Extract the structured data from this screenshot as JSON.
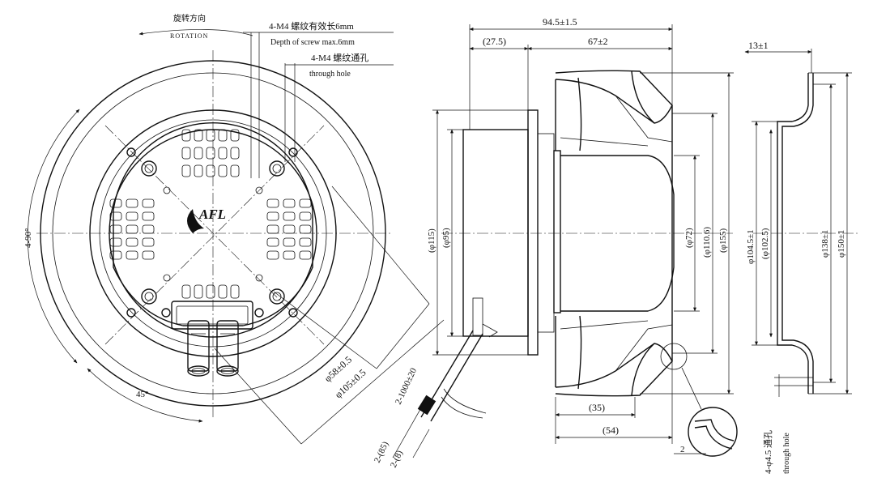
{
  "front_view": {
    "rotation_cn": "旋转方向",
    "rotation_en": "ROTATION",
    "screw_depth_cn": "4-M4 螺纹有效长6mm",
    "screw_depth_en": "Depth of screw max.6mm",
    "through_hole_cn": "4-M4 螺纹通孔",
    "through_hole_en": "through hole",
    "angle_90": "4-90°",
    "angle_45": "45°",
    "dia_58": "φ58±0.5",
    "dia_105": "φ105±0.5",
    "cable_len": "2-1000±20",
    "lead_85": "2-(85)",
    "lead_8": "2-(8)",
    "logo_text": "AFL"
  },
  "side_view": {
    "len_total": "94.5±1.5",
    "len_275": "(27.5)",
    "len_67": "67±2",
    "dia_115": "(φ115)",
    "dia_95": "(φ95)",
    "dia_72": "(φ72)",
    "dia_1106": "(φ110.6)",
    "dia_155": "(φ155)",
    "len_35": "(35)",
    "len_54": "(54)",
    "detail_2": "2"
  },
  "ring_view": {
    "thick_13": "13±1",
    "dia_1045": "φ104.5±1",
    "dia_1025": "(φ102.5)",
    "dia_138": "φ138±1",
    "dia_150": "φ150±1",
    "hole_cn": "4-φ4.5 通孔",
    "hole_en": "through hole"
  },
  "colors": {
    "line": "#111111",
    "background": "#ffffff"
  }
}
